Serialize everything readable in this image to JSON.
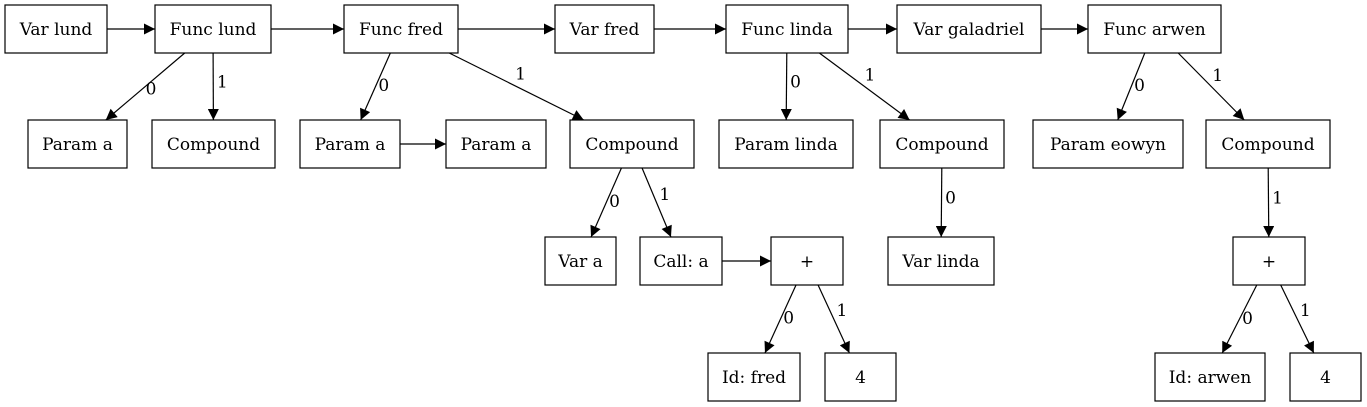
{
  "nodes": [
    {
      "id": "var_lund",
      "label": "Var lund"
    },
    {
      "id": "func_lund",
      "label": "Func lund"
    },
    {
      "id": "func_fred",
      "label": "Func fred"
    },
    {
      "id": "var_fred",
      "label": "Var fred"
    },
    {
      "id": "func_linda",
      "label": "Func linda"
    },
    {
      "id": "var_galadriel",
      "label": "Var galadriel"
    },
    {
      "id": "func_arwen",
      "label": "Func arwen"
    },
    {
      "id": "lund_param_a",
      "label": "Param a"
    },
    {
      "id": "lund_compound",
      "label": "Compound"
    },
    {
      "id": "fred_param_a1",
      "label": "Param a"
    },
    {
      "id": "fred_param_a2",
      "label": "Param a"
    },
    {
      "id": "fred_compound",
      "label": "Compound"
    },
    {
      "id": "linda_param",
      "label": "Param linda"
    },
    {
      "id": "linda_compound",
      "label": "Compound"
    },
    {
      "id": "arwen_param",
      "label": "Param eowyn"
    },
    {
      "id": "arwen_compound",
      "label": "Compound"
    },
    {
      "id": "fred_var_a",
      "label": "Var a"
    },
    {
      "id": "fred_call_a",
      "label": "Call: a"
    },
    {
      "id": "fred_plus",
      "label": "+"
    },
    {
      "id": "linda_var",
      "label": "Var linda"
    },
    {
      "id": "arwen_plus",
      "label": "+"
    },
    {
      "id": "fred_id",
      "label": "Id: fred"
    },
    {
      "id": "fred_4",
      "label": "4"
    },
    {
      "id": "arwen_id",
      "label": "Id: arwen"
    },
    {
      "id": "arwen_4",
      "label": "4"
    }
  ],
  "edges": [
    {
      "from": "var_lund",
      "to": "func_lund",
      "label": ""
    },
    {
      "from": "func_lund",
      "to": "func_fred",
      "label": ""
    },
    {
      "from": "func_fred",
      "to": "var_fred",
      "label": ""
    },
    {
      "from": "var_fred",
      "to": "func_linda",
      "label": ""
    },
    {
      "from": "func_linda",
      "to": "var_galadriel",
      "label": ""
    },
    {
      "from": "var_galadriel",
      "to": "func_arwen",
      "label": ""
    },
    {
      "from": "func_lund",
      "to": "lund_param_a",
      "label": "0"
    },
    {
      "from": "func_lund",
      "to": "lund_compound",
      "label": "1"
    },
    {
      "from": "func_fred",
      "to": "fred_param_a1",
      "label": "0"
    },
    {
      "from": "func_fred",
      "to": "fred_compound",
      "label": "1"
    },
    {
      "from": "fred_param_a1",
      "to": "fred_param_a2",
      "label": ""
    },
    {
      "from": "func_linda",
      "to": "linda_param",
      "label": "0"
    },
    {
      "from": "func_linda",
      "to": "linda_compound",
      "label": "1"
    },
    {
      "from": "func_arwen",
      "to": "arwen_param",
      "label": "0"
    },
    {
      "from": "func_arwen",
      "to": "arwen_compound",
      "label": "1"
    },
    {
      "from": "fred_compound",
      "to": "fred_var_a",
      "label": "0"
    },
    {
      "from": "fred_compound",
      "to": "fred_call_a",
      "label": "1"
    },
    {
      "from": "fred_call_a",
      "to": "fred_plus",
      "label": ""
    },
    {
      "from": "linda_compound",
      "to": "linda_var",
      "label": "0"
    },
    {
      "from": "arwen_compound",
      "to": "arwen_plus",
      "label": "1"
    },
    {
      "from": "fred_plus",
      "to": "fred_id",
      "label": "0"
    },
    {
      "from": "fred_plus",
      "to": "fred_4",
      "label": "1"
    },
    {
      "from": "arwen_plus",
      "to": "arwen_id",
      "label": "0"
    },
    {
      "from": "arwen_plus",
      "to": "arwen_4",
      "label": "1"
    }
  ]
}
